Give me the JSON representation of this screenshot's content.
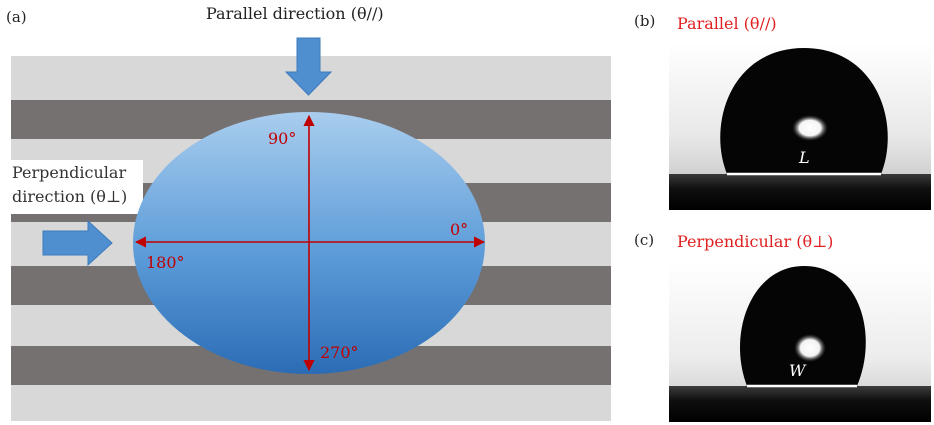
{
  "panel_a": {
    "tag": "(a)",
    "parallel_label": "Parallel direction",
    "parallel_symbol": "(θ//)",
    "perpendicular_label_line1": "Perpendicular",
    "perpendicular_label_line2": "direction",
    "perpendicular_symbol": "(θ⊥)",
    "angle_0": "0°",
    "angle_90": "90°",
    "angle_180": "180°",
    "angle_270": "270°",
    "colors": {
      "stripe_light": "#d8d8d8",
      "stripe_dark": "#757170",
      "arrow_red": "#c00000",
      "arrow_blue": "#4f8fd0"
    }
  },
  "panel_b": {
    "tag": "(b)",
    "title": "Parallel (θ//)",
    "length_label": "L"
  },
  "panel_c": {
    "tag": "(c)",
    "title": "Perpendicular (θ⊥)",
    "length_label": "W"
  }
}
